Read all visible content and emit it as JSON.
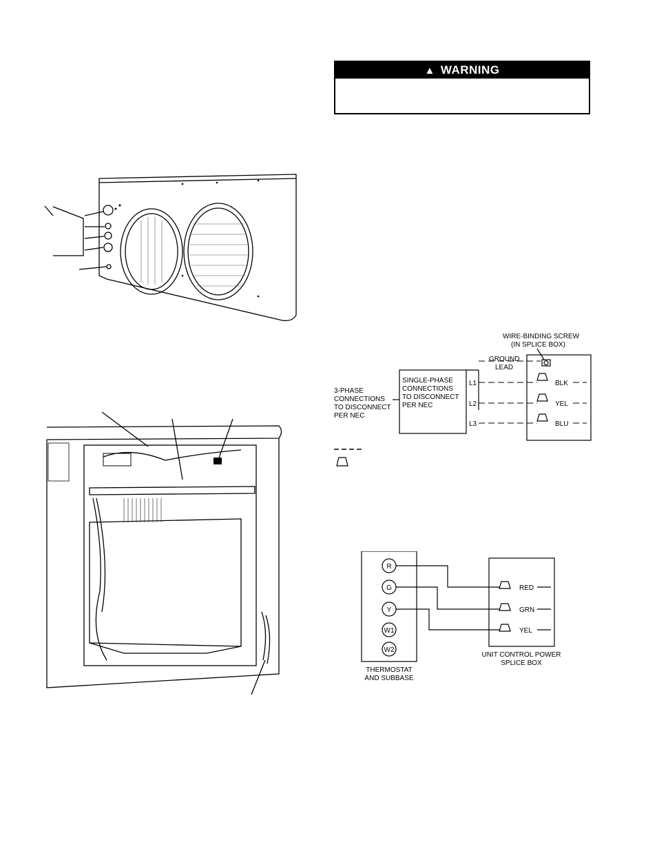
{
  "warning": {
    "icon": "warning-triangle-icon",
    "title": "WARNING"
  },
  "power_diagram": {
    "wire_binding_screw": [
      "WIRE-BINDING SCREW",
      "(IN SPLICE BOX)"
    ],
    "ground_lead": [
      "GROUND",
      "LEAD"
    ],
    "three_phase": [
      "3-PHASE",
      "CONNECTIONS",
      "TO DISCONNECT",
      "PER NEC"
    ],
    "single_phase": [
      "SINGLE-PHASE",
      "CONNECTIONS",
      "TO DISCONNECT",
      "PER NEC"
    ],
    "lines": [
      {
        "label": "L1",
        "wire": "BLK"
      },
      {
        "label": "L2",
        "wire": "YEL"
      },
      {
        "label": "L3",
        "wire": "BLU"
      }
    ]
  },
  "thermostat_diagram": {
    "terminals": [
      "R",
      "G",
      "Y",
      "W1",
      "W2"
    ],
    "wires": [
      "RED",
      "GRN",
      "YEL"
    ],
    "thermostat_label": [
      "THERMOSTAT",
      "AND SUBBASE"
    ],
    "splice_label": [
      "UNIT CONTROL POWER",
      "SPLICE BOX"
    ]
  }
}
